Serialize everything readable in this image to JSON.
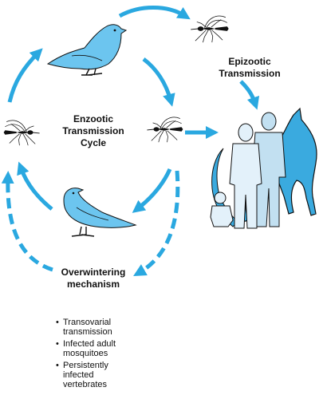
{
  "labels": {
    "epizootic": [
      "Epizootic",
      "Transmission"
    ],
    "enzootic": [
      "Enzootic",
      "Transmission",
      "Cycle"
    ],
    "overwintering": [
      "Overwintering",
      "mechanism"
    ]
  },
  "bullets": [
    [
      "Transovarial",
      "transmission"
    ],
    [
      "Infected adult",
      "mosquitoes"
    ],
    [
      "Persistently",
      "infected",
      "vertebrates"
    ]
  ],
  "colors": {
    "arrow": "#2aa8e0",
    "bird": "#6cc5ef",
    "horse": "#3aaadf",
    "person_front": "#e3f1fa",
    "person_back": "#c2e0f1",
    "outline": "#111111"
  },
  "icons": [
    "bird-icon",
    "mosquito-icon",
    "horse-icon",
    "human-icon"
  ]
}
